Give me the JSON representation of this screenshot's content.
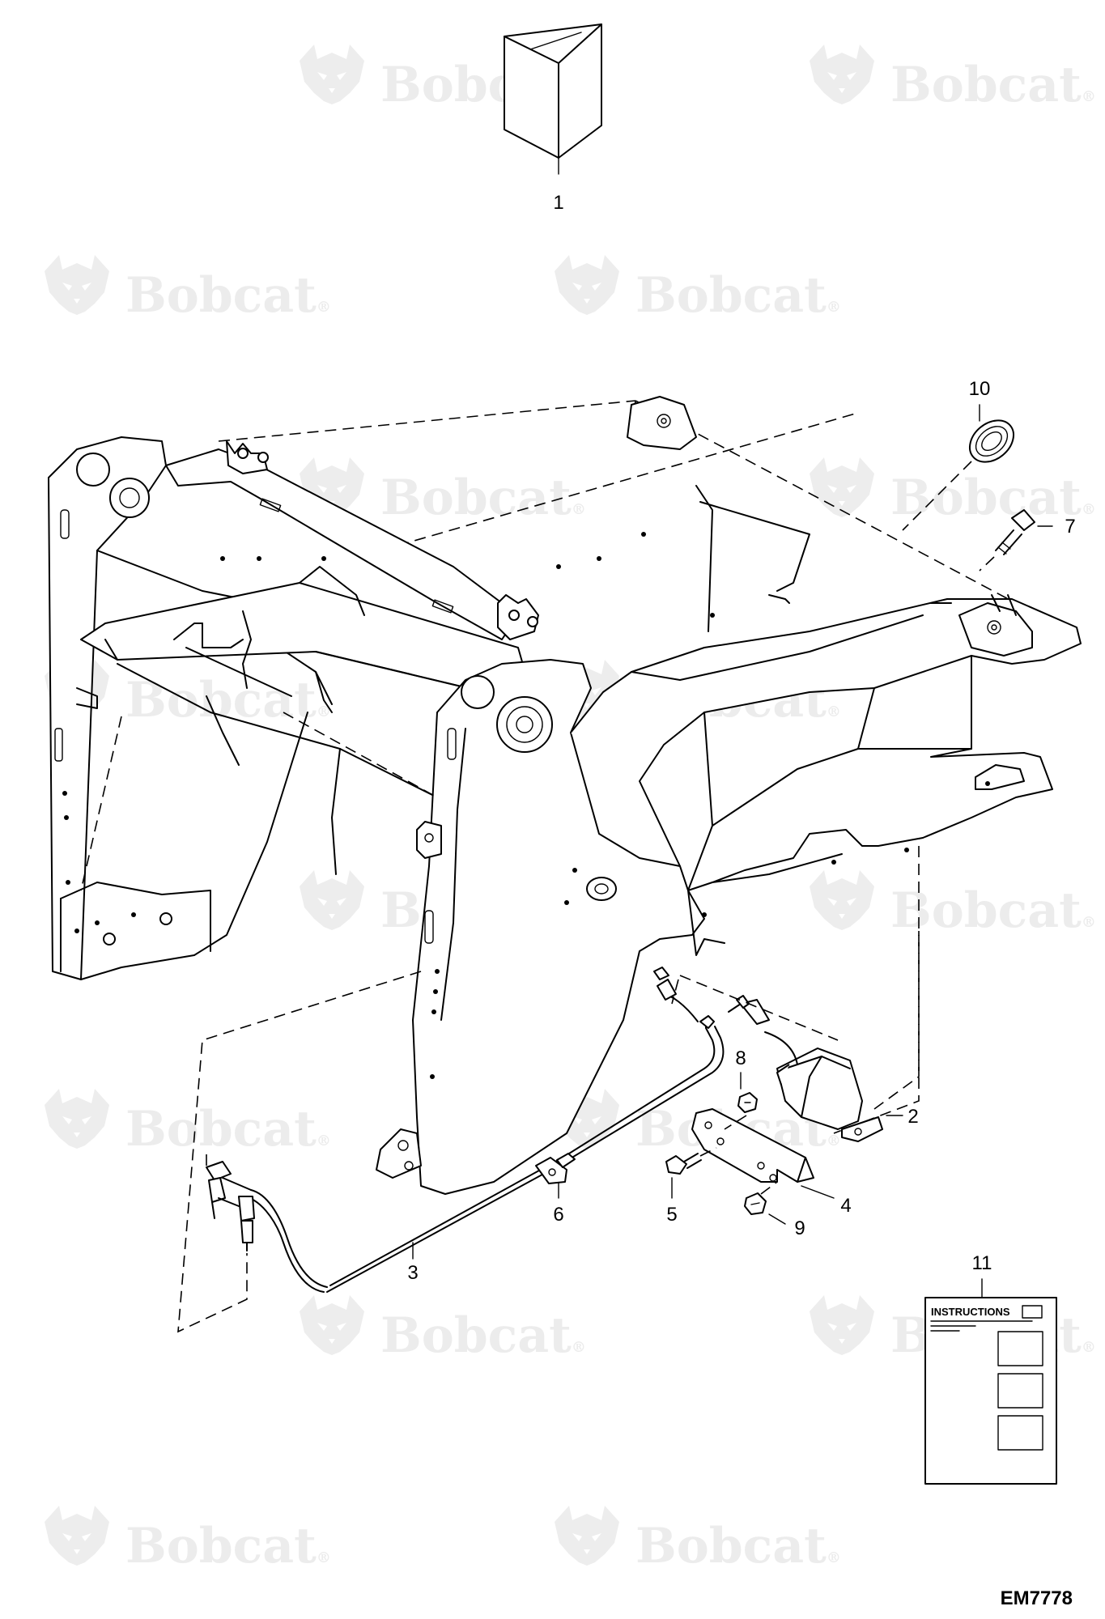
{
  "watermark": {
    "brand_text": "Bobcat",
    "trademark": "®"
  },
  "drawing_code": "EM7778",
  "instructions_label": "INSTRUCTIONS",
  "callouts": [
    {
      "id": "1",
      "label": "1"
    },
    {
      "id": "2",
      "label": "2"
    },
    {
      "id": "3",
      "label": "3"
    },
    {
      "id": "4",
      "label": "4"
    },
    {
      "id": "5",
      "label": "5"
    },
    {
      "id": "6",
      "label": "6"
    },
    {
      "id": "7",
      "label": "7"
    },
    {
      "id": "8",
      "label": "8"
    },
    {
      "id": "9",
      "label": "9"
    },
    {
      "id": "10",
      "label": "10"
    },
    {
      "id": "11",
      "label": "11"
    }
  ]
}
